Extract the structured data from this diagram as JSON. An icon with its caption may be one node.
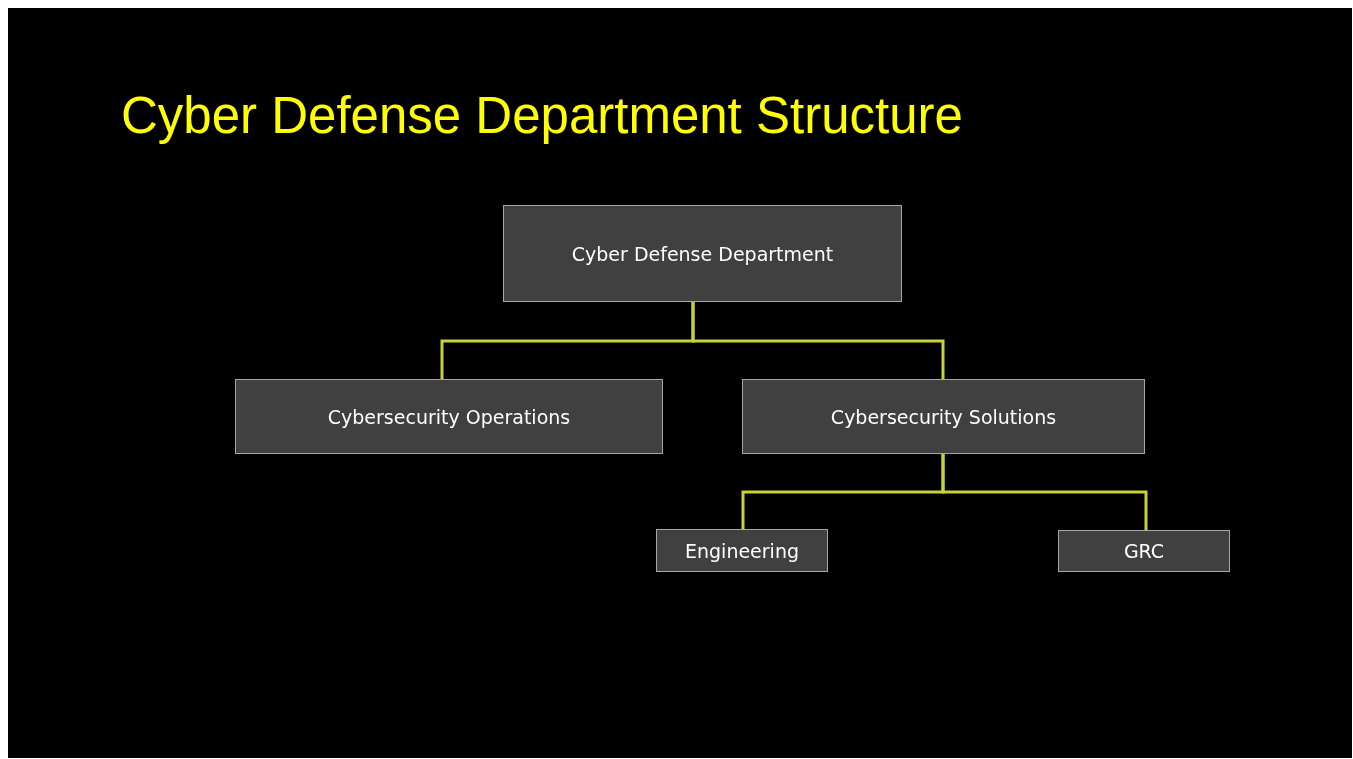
{
  "diagram": {
    "title": "Cyber Defense Department Structure",
    "nodes": [
      {
        "text": [
          "Cyber Defense Department"
        ]
      },
      {
        "text": [
          "Cybersecurity Operations"
        ]
      },
      {
        "text": [
          "Cybersecurity Solutions"
        ]
      },
      {
        "text": [
          "Engineering"
        ]
      },
      {
        "text": [
          "GRC"
        ]
      }
    ],
    "edges": [
      {
        "from": 0,
        "to": 1,
        "arrow": "none"
      },
      {
        "from": 0,
        "to": 2,
        "arrow": "none"
      },
      {
        "from": 2,
        "to": 3,
        "arrow": "none"
      },
      {
        "from": 2,
        "to": 4,
        "arrow": "none"
      }
    ]
  }
}
